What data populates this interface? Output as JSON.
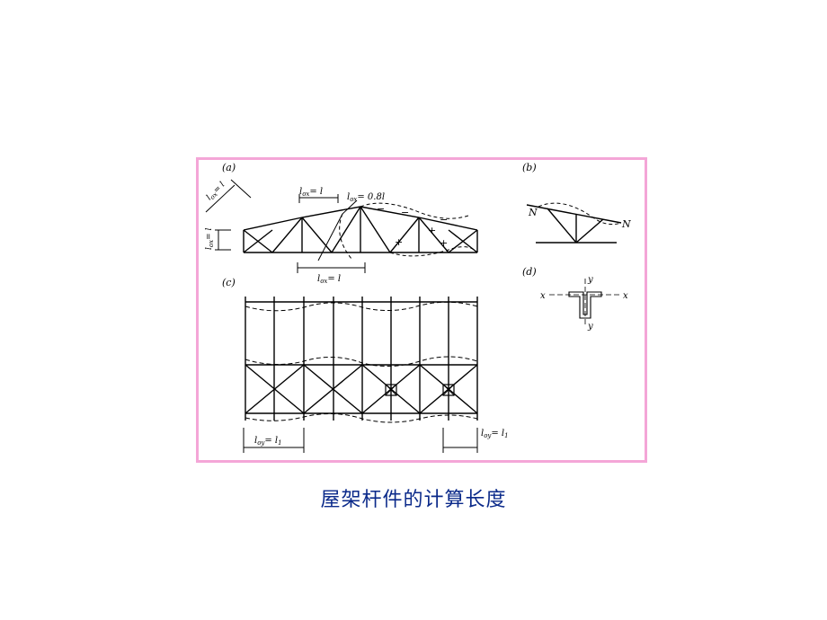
{
  "caption": "屋架杆件的计算长度",
  "frame_color": "#f4a6d7",
  "caption_color": "#0b2a8a",
  "labels": {
    "panel_a": "(a)",
    "panel_b": "(b)",
    "panel_c": "(c)",
    "panel_d": "(d)",
    "lox_top": "l",
    "lox_top_sub": "ox",
    "lox_top_eq": "= l",
    "loy_left": "l",
    "loy_left_sub": "ox",
    "loy_left_eq": "= l",
    "l0y_vert": "l",
    "l0y_vert_sub": "ox",
    "l0y_vert_eq": "= l",
    "lox_web": "l",
    "lox_web_sub": "ox",
    "lox_web_eq": "= 0.8l",
    "lox_bottom": "l",
    "lox_bottom_sub": "ox",
    "lox_bottom_eq": "= l",
    "loy_c_left": "l",
    "loy_c_left_sub": "oy",
    "loy_c_left_eq": "= l",
    "loy_c_left_idx": "1",
    "loy_c_right": "l",
    "loy_c_right_sub": "oy",
    "loy_c_right_eq": "= l",
    "loy_c_right_idx": "1",
    "force_N_left": "N",
    "force_N_right": "N",
    "axis_x_left": "x",
    "axis_x_right": "x",
    "axis_y_top": "y",
    "axis_y_bottom": "y",
    "sign_minus_1": "−",
    "sign_minus_2": "−",
    "sign_minus_3": "−",
    "sign_plus_1": "+",
    "sign_plus_2": "+",
    "sign_plus_3": "+"
  }
}
